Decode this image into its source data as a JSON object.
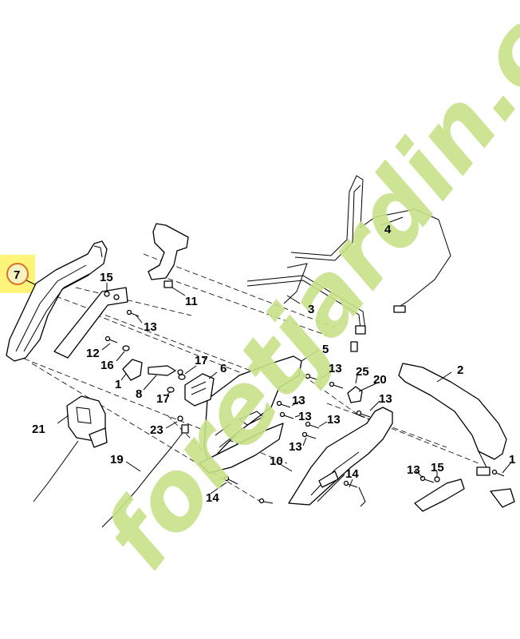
{
  "watermark": {
    "text": "foretjardin.com",
    "color_text": "#c8e28a",
    "color_dot": "#d6c4b0"
  },
  "highlight": {
    "label": "7",
    "fill": "#fff47a",
    "ring": "#d9722b"
  },
  "labels": {
    "l1a": "1",
    "l1b": "1",
    "l2": "2",
    "l3": "3",
    "l4": "4",
    "l5": "5",
    "l6": "6",
    "l8": "8",
    "l10": "10",
    "l11": "11",
    "l12": "12",
    "l13a": "13",
    "l13b": "13",
    "l13c": "13",
    "l13d": "13",
    "l13e": "13",
    "l13f": "13",
    "l13g": "13",
    "l14a": "14",
    "l14b": "14",
    "l15a": "15",
    "l15b": "15",
    "l16": "16",
    "l17a": "17",
    "l17b": "17",
    "l19": "19",
    "l20": "20",
    "l21": "21",
    "l23": "23",
    "l25": "25"
  }
}
